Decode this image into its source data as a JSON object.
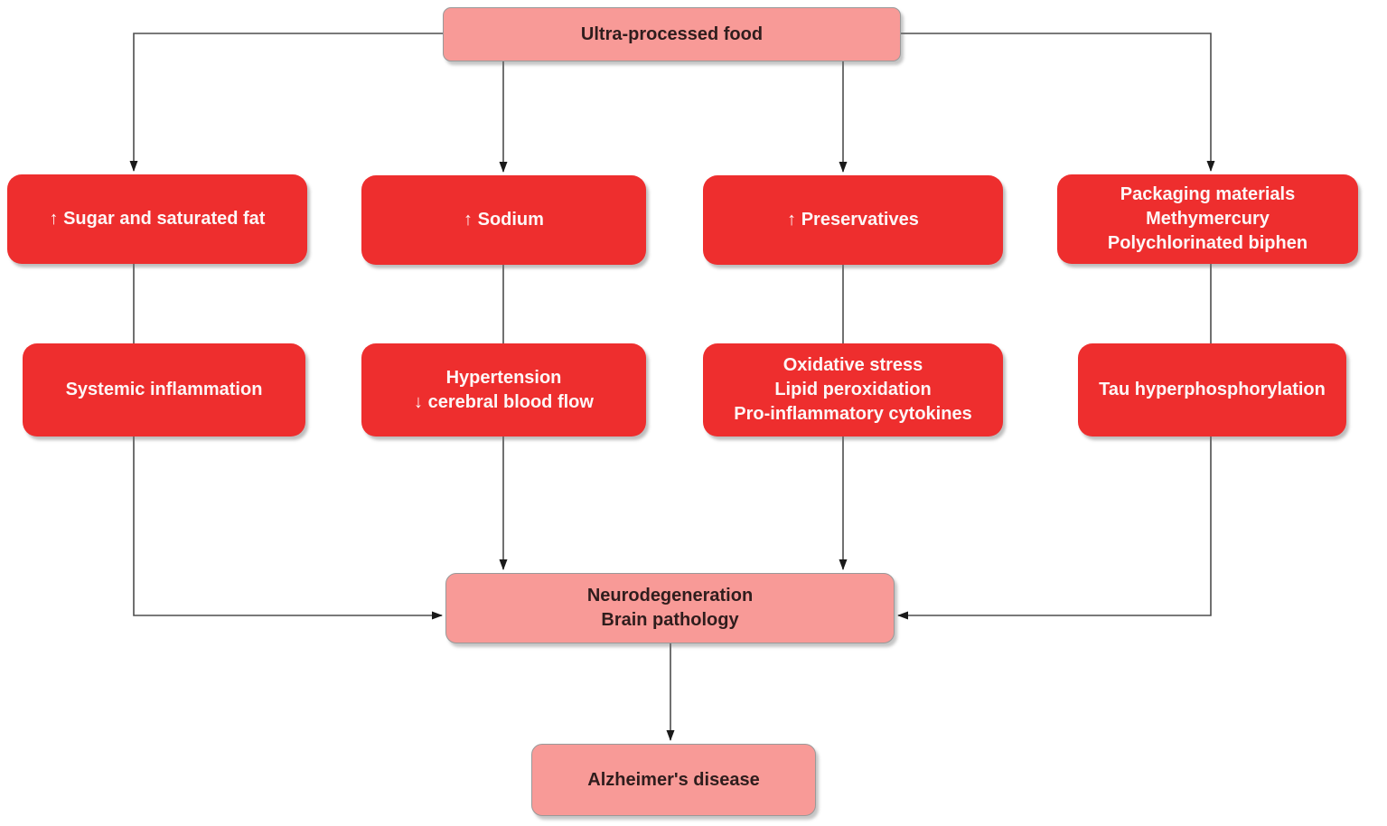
{
  "diagram_title": "Ultra-processed food and Alzheimer's disease pathway diagram",
  "colors": {
    "node_red": "#ee2e2e",
    "node_pink": "#f89a97",
    "text_on_red": "#fdf7f7",
    "text_on_pink": "#2f1d1d",
    "line": "#4d4d4d",
    "arrowhead": "#1a1a1a"
  },
  "nodes": {
    "ultra": {
      "label": "Ultra-processed food"
    },
    "sugar": {
      "label": "↑ Sugar and saturated fat"
    },
    "sodium": {
      "label": "↑ Sodium"
    },
    "preservatives": {
      "label": "↑ Preservatives"
    },
    "packaging": {
      "lines": [
        "Packaging materials",
        "Methymercury",
        "Polychlorinated biphen"
      ]
    },
    "inflammation": {
      "label": "Systemic inflammation"
    },
    "hypertension": {
      "lines": [
        "Hypertension",
        "↓ cerebral blood flow"
      ]
    },
    "oxidative": {
      "lines": [
        "Oxidative stress",
        "Lipid peroxidation",
        "Pro-inflammatory cytokines"
      ]
    },
    "tau": {
      "label": "Tau hyperphosphorylation"
    },
    "neuro": {
      "lines": [
        "Neurodegeneration",
        "Brain pathology"
      ]
    },
    "alzheimer": {
      "label": "Alzheimer's disease"
    }
  },
  "edges": [
    "ultra -> sugar",
    "ultra -> sodium",
    "ultra -> preservatives",
    "ultra -> packaging",
    "sugar -> inflammation",
    "sodium -> hypertension",
    "preservatives -> oxidative",
    "packaging -> tau",
    "inflammation -> neuro",
    "hypertension -> neuro",
    "oxidative -> neuro",
    "tau -> neuro",
    "neuro -> alzheimer"
  ]
}
